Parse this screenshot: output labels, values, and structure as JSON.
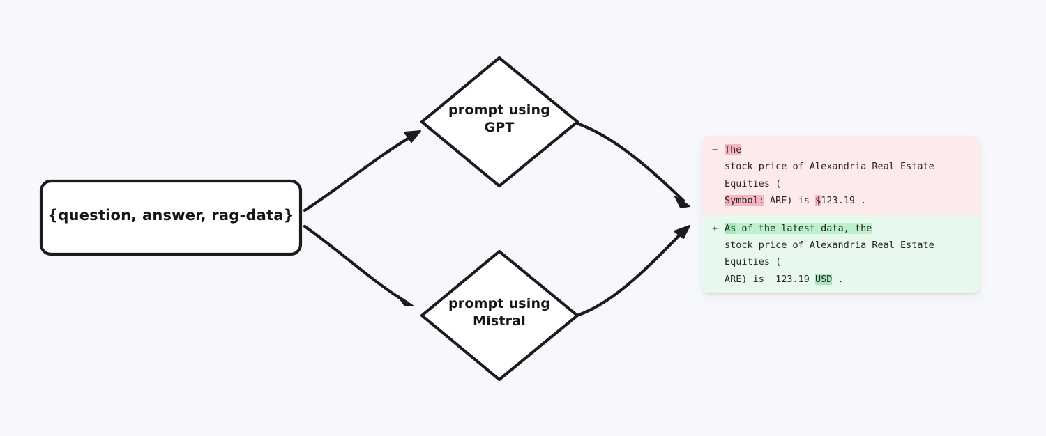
{
  "page": {
    "background_color": "#f7f8fc",
    "ink_color": "#1b1b1f"
  },
  "flow": {
    "input_node": {
      "label": "{question, answer, rag-data}",
      "shape": "rounded-rectangle"
    },
    "branch_nodes": [
      {
        "id": "gpt",
        "label": "prompt using\nGPT",
        "shape": "diamond"
      },
      {
        "id": "mistral",
        "label": "prompt using\nMistral",
        "shape": "diamond"
      }
    ],
    "edges": [
      {
        "from": "input",
        "to": "gpt",
        "style": "curved-arrow"
      },
      {
        "from": "input",
        "to": "mistral",
        "style": "curved-arrow"
      },
      {
        "from": "gpt",
        "to": "diff",
        "style": "curved-arrow"
      },
      {
        "from": "mistral",
        "to": "diff",
        "style": "curved-arrow"
      }
    ]
  },
  "diff": {
    "removed": {
      "sign": "−",
      "background_color": "#fdeaea",
      "highlight_strong_color": "#f6b6be",
      "highlight_soft_color": "#f7c7cd",
      "lines": [
        [
          {
            "text": "The",
            "highlight": "strong"
          }
        ],
        [
          {
            "text": "stock price of Alexandria Real Estate",
            "highlight": "none"
          }
        ],
        [
          {
            "text": "Equities (",
            "highlight": "none"
          }
        ],
        [
          {
            "text": "Symbol:",
            "highlight": "strong"
          },
          {
            "text": " ARE) is ",
            "highlight": "none"
          },
          {
            "text": "$",
            "highlight": "strong"
          },
          {
            "text": "123.19 .",
            "highlight": "none"
          }
        ]
      ]
    },
    "added": {
      "sign": "+",
      "background_color": "#e7f8ec",
      "highlight_strong_color": "#a6e8bb",
      "highlight_soft_color": "#bdf0cd",
      "lines": [
        [
          {
            "text": "As",
            "highlight": "strong"
          },
          {
            "text": " of the latest data, the",
            "highlight": "soft"
          }
        ],
        [
          {
            "text": "stock price of Alexandria Real Estate",
            "highlight": "none"
          }
        ],
        [
          {
            "text": "Equities (",
            "highlight": "none"
          }
        ],
        [
          {
            "text": "ARE) is  123.19 ",
            "highlight": "none"
          },
          {
            "text": "USD",
            "highlight": "strong"
          },
          {
            "text": " .",
            "highlight": "none"
          }
        ]
      ]
    }
  }
}
